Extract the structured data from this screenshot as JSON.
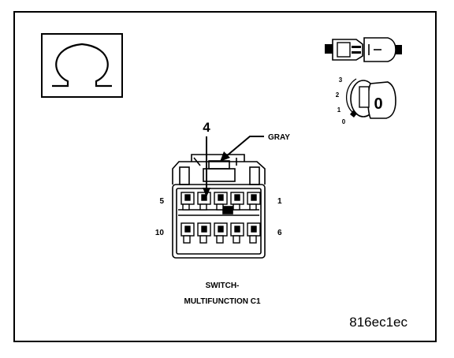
{
  "pin_callout": "4",
  "color_callout": "GRAY",
  "pin_labels": {
    "top_left": "5",
    "top_right": "1",
    "bottom_left": "10",
    "bottom_right": "6"
  },
  "switch_positions": [
    "3",
    "2",
    "1",
    "0"
  ],
  "knob_label": "0",
  "caption": {
    "line1": "SWITCH-",
    "line2": "MULTIFUNCTION C1"
  },
  "figure_id": "816ec1ec"
}
